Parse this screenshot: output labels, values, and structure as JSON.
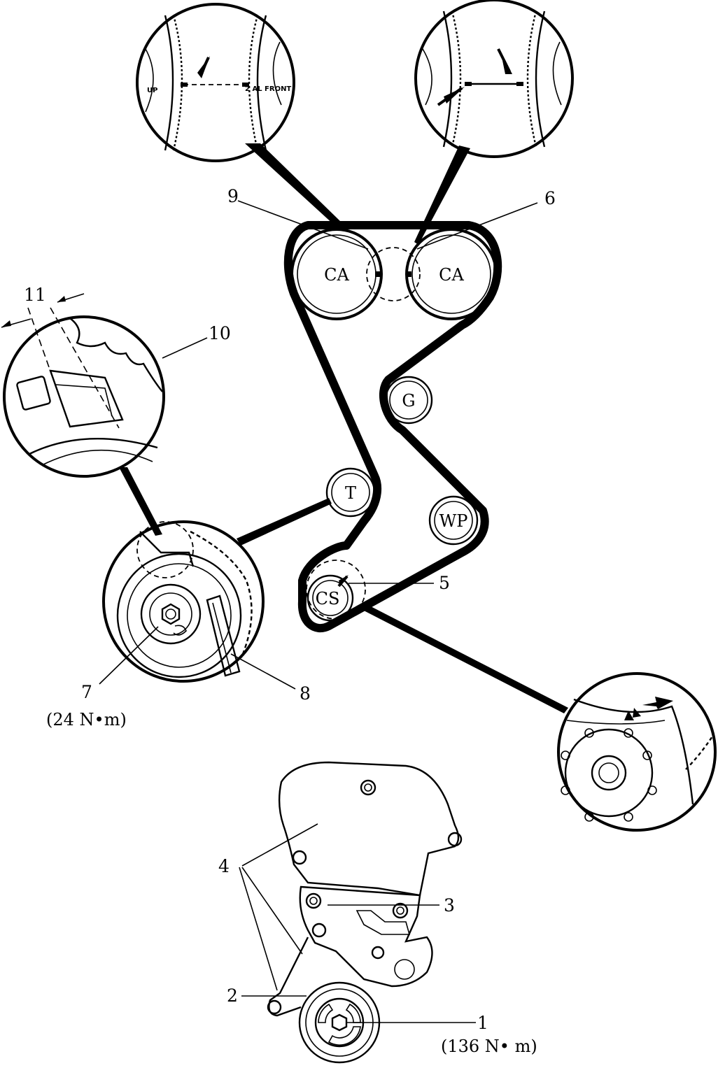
{
  "pulleys": {
    "camshaft_left": "CA",
    "camshaft_right": "CA",
    "idler": "G",
    "tensioner": "T",
    "water_pump": "WP",
    "crankshaft": "CS"
  },
  "callouts": {
    "n1": "1",
    "n2": "2",
    "n3": "3",
    "n4": "4",
    "n5": "5",
    "n6": "6",
    "n7": "7",
    "n8": "8",
    "n9": "9",
    "n10": "10",
    "n11": "11"
  },
  "torques": {
    "tensioner_bolt": "(24 N•m)",
    "crankshaft_bolt": "(136 N• m)"
  },
  "detail_marks": {
    "up_mark": "UP",
    "front_mark": "2 AL FRONT"
  }
}
